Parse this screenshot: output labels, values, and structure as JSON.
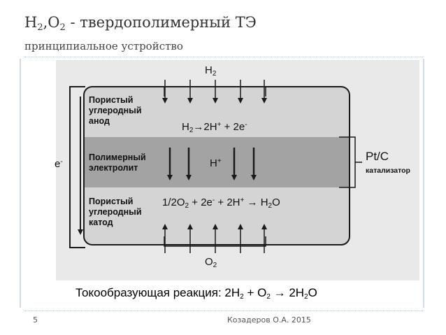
{
  "slide": {
    "title": {
      "part1": "H",
      "sub1": "2",
      "part2": ",O",
      "sub2": "2",
      "part3": " - твердополимерный ТЭ"
    },
    "subtitle": "принципиальное устройство",
    "page_number": "5",
    "author": "Козадеров О.А. 2015"
  },
  "diagram": {
    "h2_top": {
      "main": "H",
      "sub": "2"
    },
    "o2_bottom": {
      "main": "O",
      "sub": "2"
    },
    "electron": {
      "main": "e",
      "sup": "-"
    },
    "anode_label": [
      "Пористый",
      "углеродный",
      "анод"
    ],
    "electrolyte_label": [
      "Полимерный",
      "электролит"
    ],
    "cathode_label": [
      "Пористый",
      "углеродный",
      "катод"
    ],
    "anode_reaction": {
      "a": "H",
      "a_sub": "2",
      "arrow": "→",
      "b": "2H",
      "b_sup": "+",
      "c": " + 2e",
      "c_sup": "-"
    },
    "proton": {
      "main": "H",
      "sup": "+"
    },
    "cathode_reaction": {
      "a": "1/2O",
      "a_sub": "2",
      "b": " + 2e",
      "b_sup": "-",
      "c": " + 2H",
      "c_sup": "+",
      "arrow": " → ",
      "d": "H",
      "d_sub": "2",
      "e": "O"
    },
    "catalyst": {
      "label": "Pt/C",
      "name": "катализатор"
    },
    "colors": {
      "cell_fill": "#d4d4d4",
      "electrolyte_fill": "#a3a3a3",
      "outline": "#1a1a1a",
      "background": "#e9e9e9"
    }
  },
  "reaction_line": {
    "prefix": "Токообразующая реакция: 2H",
    "s1": "2",
    "mid": " + O",
    "s2": "2",
    "arrow": " → 2H",
    "s3": "2",
    "end": "O"
  }
}
